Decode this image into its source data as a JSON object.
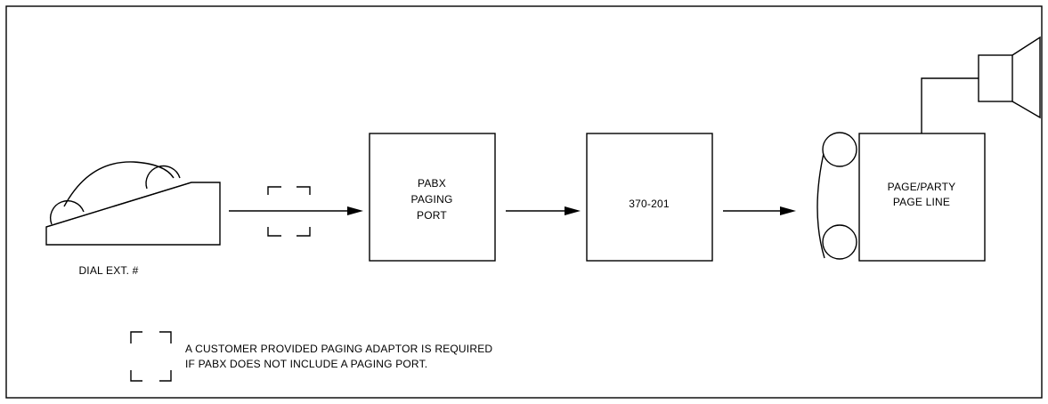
{
  "blocks": {
    "dial_label": "DIAL EXT. #",
    "pabx": {
      "line1": "PABX",
      "line2": "PAGING",
      "line3": "PORT"
    },
    "unit": "370-201",
    "page_line": {
      "line1": "PAGE/PARTY",
      "line2": "PAGE LINE"
    }
  },
  "legend": {
    "line1": "A CUSTOMER PROVIDED PAGING ADAPTOR IS REQUIRED",
    "line2": "IF PABX DOES NOT INCLUDE A PAGING PORT."
  }
}
